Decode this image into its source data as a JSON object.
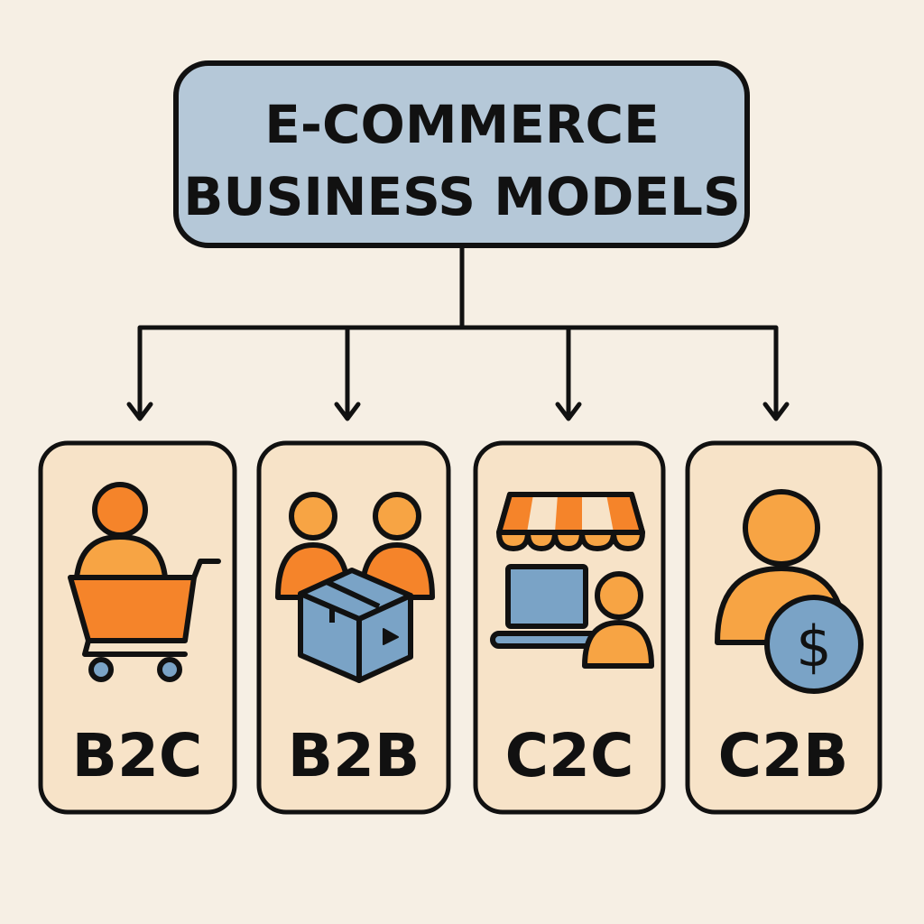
{
  "title": {
    "line1": "E-COMMERCE",
    "line2": "BUSINESS MODELS"
  },
  "models": [
    {
      "label": "B2C",
      "icon": "shopper-cart-icon"
    },
    {
      "label": "B2B",
      "icon": "business-package-icon"
    },
    {
      "label": "C2C",
      "icon": "marketplace-laptop-icon"
    },
    {
      "label": "C2B",
      "icon": "person-dollar-icon"
    }
  ],
  "colors": {
    "background": "#f6efe4",
    "title_fill": "#b5c8d8",
    "card_fill": "#f7e3c8",
    "orange": "#f5842a",
    "light_orange": "#f7a444",
    "blue": "#7aa3c6"
  }
}
